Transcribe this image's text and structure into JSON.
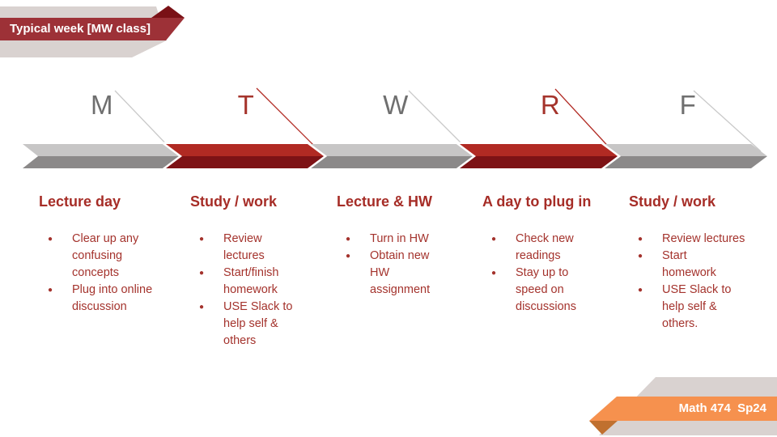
{
  "slide": {
    "title_banner": {
      "label": "Typical week [MW class]"
    },
    "footer_banner": {
      "label": "Math 474  Sp24"
    },
    "timeline": {
      "days": [
        {
          "letter": "M",
          "highlighted": false
        },
        {
          "letter": "T",
          "highlighted": true
        },
        {
          "letter": "W",
          "highlighted": false
        },
        {
          "letter": "R",
          "highlighted": true
        },
        {
          "letter": "F",
          "highlighted": false
        }
      ]
    },
    "columns": [
      {
        "heading": "Lecture day",
        "bullets": [
          "Clear up any\nconfusing\nconcepts",
          "Plug into online\ndiscussion"
        ]
      },
      {
        "heading": "Study / work",
        "bullets": [
          "Review\nlectures",
          "Start/finish\nhomework",
          "USE Slack to\nhelp self &\nothers"
        ]
      },
      {
        "heading": "Lecture & HW",
        "bullets": [
          "Turn in HW",
          "Obtain new\nHW\nassignment"
        ]
      },
      {
        "heading": "A day to plug in",
        "bullets": [
          "Check new\nreadings",
          "Stay up to\nspeed on\ndiscussions"
        ]
      },
      {
        "heading": "Study / work",
        "bullets": [
          "Review lectures",
          "Start\nhomework",
          "USE Slack to\nhelp self &\nothers."
        ]
      }
    ],
    "colors": {
      "ribbon_red": "#9d3137",
      "ribbon_fold_red": "#7a1116",
      "banner_beige": "#d9d2d0",
      "chevron_light_gray": "#c7c6c6",
      "chevron_dark_gray": "#8b8989",
      "chevron_light_red": "#b12a23",
      "chevron_dark_red": "#7d1215",
      "connector_gray": "#c9c9c9",
      "day_gray": "#6f6f6f",
      "accent_red": "#a5342c",
      "heading_red": "#a62d27",
      "body_red": "#a4332d",
      "footer_orange": "#f6914e",
      "footer_fold_orange": "#c0702f"
    }
  }
}
